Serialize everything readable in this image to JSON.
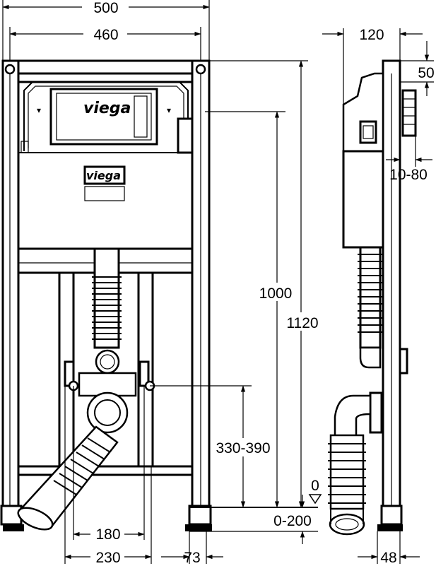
{
  "brand": {
    "logo_top": "viega",
    "logo_panel": "viega"
  },
  "front_view": {
    "width_outer": "500",
    "width_inner": "460",
    "height_flush": "1000",
    "height_total": "1120",
    "drain_height": "330-390",
    "foot_spacing_inner": "180",
    "foot_spacing_outer": "230",
    "foot_offset": "73",
    "floor_adjust": "0-200",
    "floor_level": "0"
  },
  "side_view": {
    "depth_frame": "120",
    "cistern_offset": "50",
    "wall_gap": "10-80",
    "foot_depth": "48"
  },
  "icons": {
    "floor_level_marker": "triangle-down-icon"
  }
}
